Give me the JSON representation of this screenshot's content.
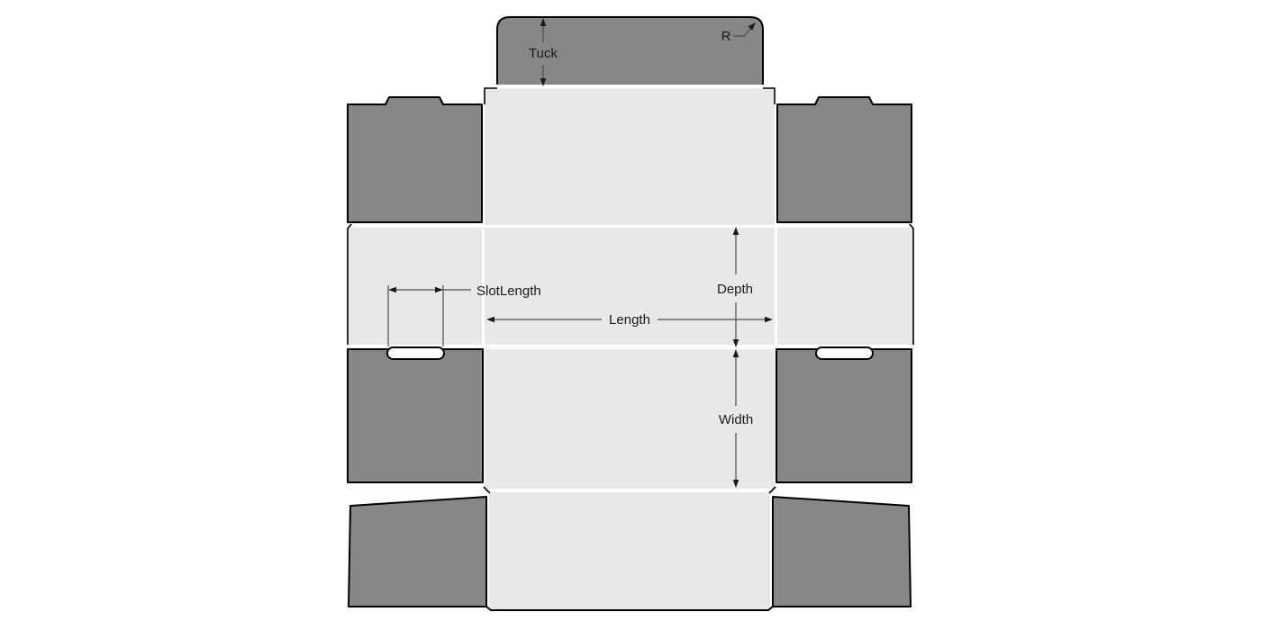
{
  "diagram": {
    "description": "Tuck-end box dieline template",
    "dimension_labels": {
      "tuck": "Tuck",
      "corner_radius": "R",
      "slot_length": "SlotLength",
      "depth": "Depth",
      "length": "Length",
      "width": "Width"
    }
  },
  "colors": {
    "panel-dark": "#878787",
    "panel-light": "#e8e8e8",
    "cut-line": "#000000",
    "dimension-line": "#4d4d4d",
    "label-text": "#1a1a1a",
    "background": "#ffffff"
  }
}
